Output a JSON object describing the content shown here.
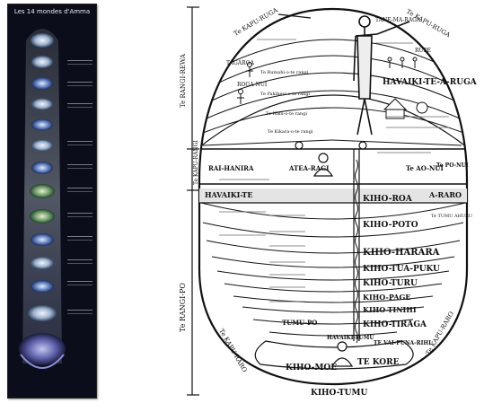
{
  "poster": {
    "title": "Les 14 mondes d'Amma"
  },
  "diagram": {
    "side_labels": {
      "te_rangi_rewa": "Te RANGI-REWA",
      "te_kapu_rangi": "Te KAPU-RANGI",
      "te_rangi_po": "Te RANGI-PO",
      "te_kapu_ruga": "Te KAPU-RUGA",
      "te_kapu_ruga_right": "Te KAPU-RUGA",
      "te_kapu_raro": "Te KAPU-RARO",
      "te_kapu_raro_right": "Te KAPU-RARO"
    },
    "heavens": {
      "tane": "TANE-MA-RAGA",
      "havaiki_te_a_ruga": "HAVAIKI-TE-A-RUGA",
      "roga_nui": "ROGA-NUI",
      "tagaroa": "TAGAROA",
      "rupe": "RUPE",
      "te_rumahi": "Te Rumahi-o-te rangi",
      "te_pakihevi": "Te Pakihevi-o-te rangi",
      "te_hiku": "Te Hiku-o-te rangi",
      "te_kikara": "Te Kikara-o-te rangi"
    },
    "middle": {
      "rai_hanira": "RAI-HANIRA",
      "atea_ragi": "ATEA-RAGI",
      "te_ao_nui": "Te AO-NUI",
      "te_po_nui": "Te PO-NUI",
      "havaiki_te": "HAVAIKI-TE",
      "a_raro": "A-RARO",
      "te_tumu_ahuru": "Te TUMU AHURU"
    },
    "underworld": {
      "kiho_roa": "KIHO-ROA",
      "kiho_poto": "KIHO-POTO",
      "kiho_harara": "KIHO-HARARA",
      "kiho_tua_puku": "KIHO-TUA-PUKU",
      "kiho_turu": "KIHO-TURU",
      "kiho_page": "KIHO-PAGE",
      "kiho_tinihi": "KIHO-TINIHI",
      "kiho_tiraga": "KIHO-TIRAGA",
      "tumu_po": "TUMU-PO",
      "havaiki_tumu": "HAVAIKI-TUMU",
      "te_vai_puna_rihi": "TE VAI-PUNA-RIHI",
      "kiho_moe": "KIHO-MOE",
      "te_kore": "TE KORE",
      "kiho_tumu": "KIHO-TUMU"
    }
  }
}
